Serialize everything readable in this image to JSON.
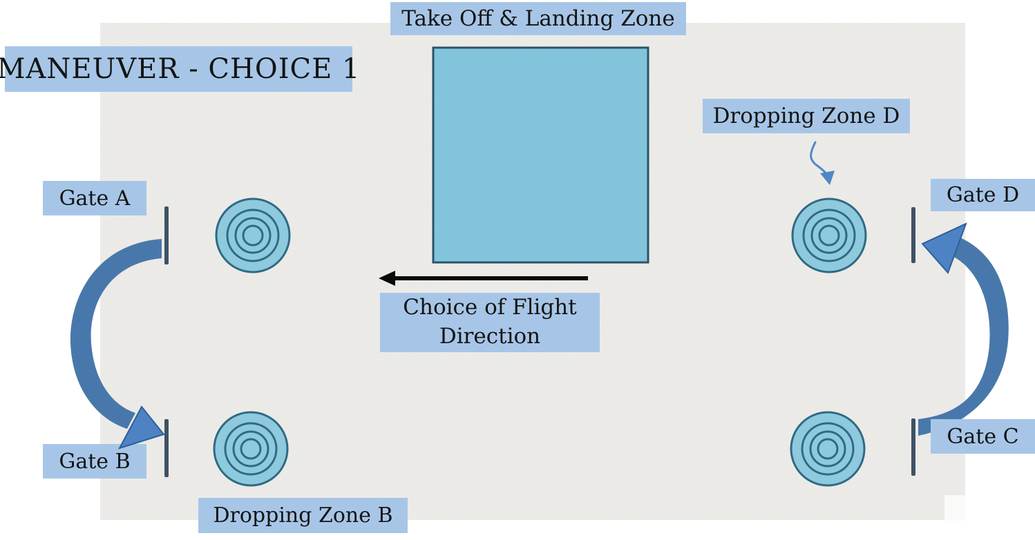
{
  "title": "MANEUVER - CHOICE 1",
  "zones": {
    "takeoff_label": "Take Off & Landing Zone",
    "dropping_zone_d_label": "Dropping Zone D",
    "dropping_zone_b_label": "Dropping Zone B"
  },
  "gates": {
    "a": "Gate A",
    "b": "Gate B",
    "c": "Gate C",
    "d": "Gate D"
  },
  "flight": {
    "direction_label": "Choice of Flight Direction"
  },
  "icons": {
    "target": "concentric-circles-target",
    "gate_marker": "vertical-bar",
    "curved_route_arrow": "curved-arrow",
    "flight_direction_arrow": "left-arrow",
    "label_pointer": "thin-curved-arrow"
  },
  "colors": {
    "label_bg": "#a7c6e7",
    "label_text": "#141414",
    "canvas_bg": "#f0efec",
    "canvas_patch": "#fafaf8",
    "zone_fill": "#81c4dc",
    "zone_stroke": "#2c5466",
    "target_fill": "#8ec9de",
    "target_stroke": "#2e6a83",
    "gate_bar": "#3e5265",
    "arrow_body": "#4878ab",
    "arrow_head_fill": "#4d83c3",
    "arrow_head_stroke": "#2c5f9e",
    "pointer_arrow": "#4f87c5",
    "black_arrow": "#0a0a0a"
  }
}
